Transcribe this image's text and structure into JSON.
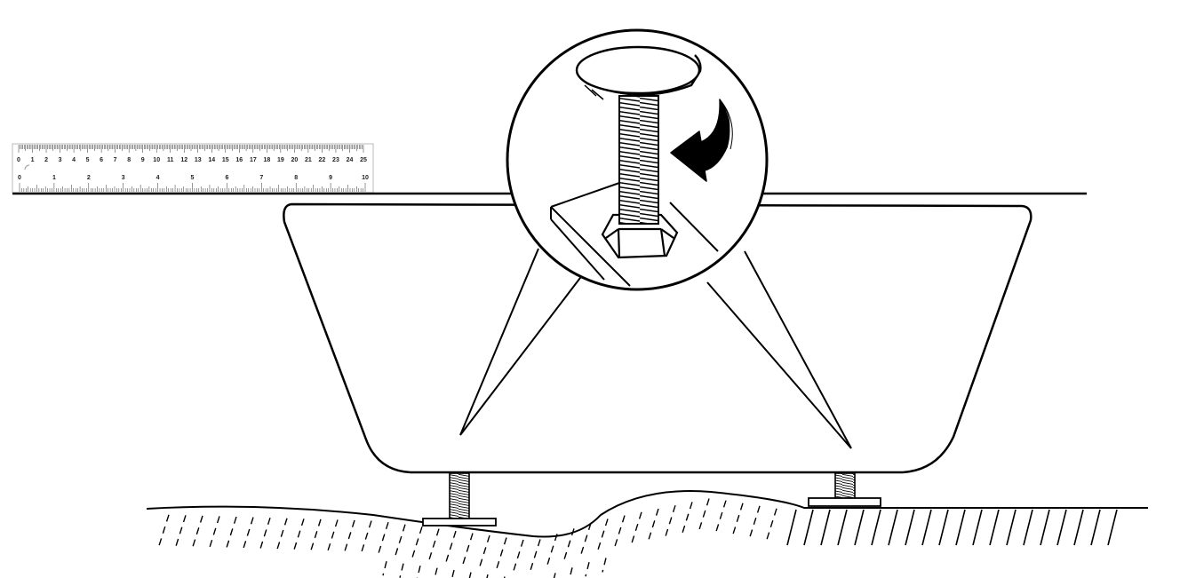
{
  "ruler": {
    "top_scale": [
      "0",
      "1",
      "2",
      "3",
      "4",
      "5",
      "6",
      "7",
      "8",
      "9",
      "10",
      "11",
      "12",
      "13",
      "14",
      "15",
      "16",
      "17",
      "18",
      "19",
      "20",
      "21",
      "22",
      "23",
      "24",
      "25"
    ],
    "bottom_scale": [
      "0",
      "1",
      "2",
      "3",
      "4",
      "5",
      "6",
      "7",
      "8",
      "9",
      "10"
    ]
  },
  "icons": {
    "arrow": "curved-arrow-icon"
  },
  "colors": {
    "line": "#000000",
    "background": "#ffffff"
  }
}
